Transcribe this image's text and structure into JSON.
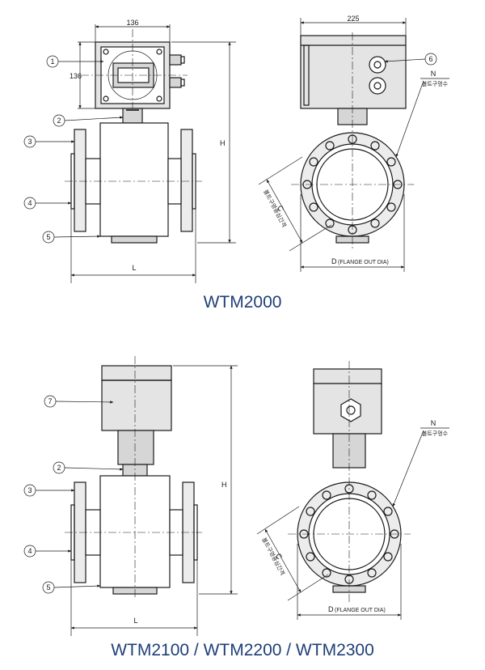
{
  "top": {
    "title": "WTM2000",
    "dim_width_box": "136",
    "dim_height_box": "136",
    "dim_side_width": "225",
    "dim_h": "H",
    "dim_l": "L",
    "dim_c": "C",
    "dim_c_note": "볼트구멍중심간격",
    "dim_d": "D",
    "dim_d_note": "(FLANGE OUT DIA)",
    "dim_n": "N",
    "dim_n_note": "볼트구멍수",
    "callouts": [
      "1",
      "2",
      "3",
      "4",
      "5",
      "6"
    ]
  },
  "bottom": {
    "title": "WTM2100 / WTM2200 / WTM2300",
    "dim_h": "H",
    "dim_l": "L",
    "dim_c": "C",
    "dim_c_note": "볼트구멍중심간격",
    "dim_d": "D",
    "dim_d_note": "(FLANGE OUT DIA)",
    "dim_n": "N",
    "dim_n_note": "볼트구멍수",
    "callouts": [
      "7",
      "2",
      "3",
      "4",
      "5"
    ]
  }
}
